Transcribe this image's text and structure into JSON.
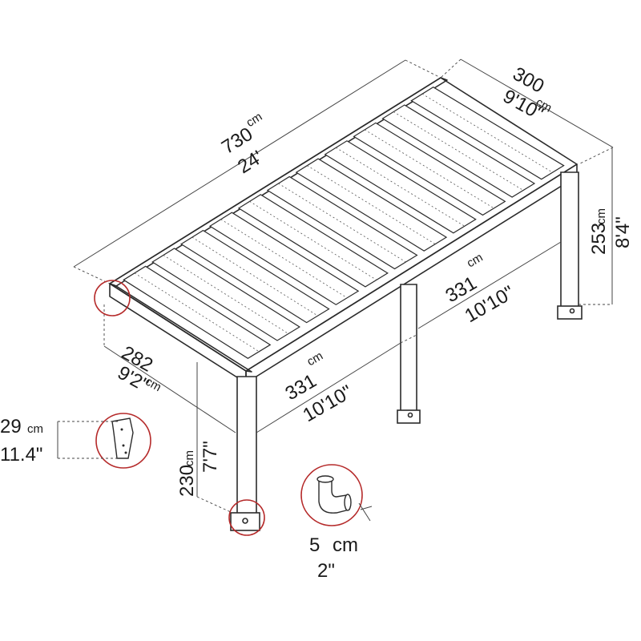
{
  "dimensions": {
    "length": {
      "value_cm": "730",
      "unit_cm": "cm",
      "imperial": "24'"
    },
    "width": {
      "value_cm": "300",
      "unit_cm": "cm",
      "imperial": "9'10\""
    },
    "rear_height": {
      "value_cm": "253",
      "unit_cm": "cm",
      "imperial": "8'4\""
    },
    "front_height": {
      "value_cm": "230",
      "unit_cm": "cm",
      "imperial": "7'7\""
    },
    "side_depth": {
      "value_cm": "282",
      "unit_cm": "cm",
      "imperial": "9'2\""
    },
    "post_spacing_front": {
      "value_cm": "331",
      "unit_cm": "cm",
      "imperial": "10'10\""
    },
    "post_spacing_rear": {
      "value_cm": "331",
      "unit_cm": "cm",
      "imperial": "10'10\""
    },
    "gutter_bracket": {
      "value_cm": "29",
      "unit_cm": "cm",
      "imperial": "11.4\""
    },
    "downpipe": {
      "value_cm": "5",
      "unit_cm": "cm",
      "imperial": "2\""
    }
  },
  "colors": {
    "callout": "#b52a2a",
    "line": "#2b2b2b"
  }
}
